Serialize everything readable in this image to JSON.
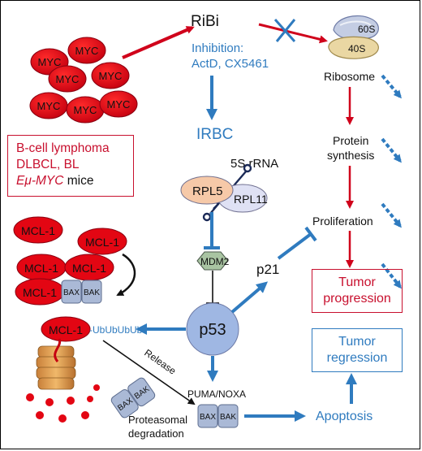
{
  "ribi": "RiBi",
  "inhibition": {
    "line1": "Inhibition:",
    "line2": "ActD, CX5461"
  },
  "myc": [
    "MYC",
    "MYC",
    "MYC",
    "MYC",
    "MYC",
    "MYC",
    "MYC"
  ],
  "ribosome": {
    "subunit_60s": "60S",
    "subunit_40s": "40S",
    "label": "Ribosome"
  },
  "protein_synthesis": {
    "line1": "Protein",
    "line2": "synthesis"
  },
  "proliferation": "Proliferation",
  "lymphoma": {
    "line1": "B-cell lymphoma",
    "line2": "DLBCL, BL",
    "line3_prefix": "Eμ-MYC",
    "line3_suffix": " mice"
  },
  "irbc": "IRBC",
  "rrna": "5S rRNA",
  "rpl5": "RPL5",
  "rpl11": "RPL11",
  "mdm2": "MDM2",
  "p53": "p53",
  "p21": "p21",
  "mcl1": [
    "MCL-1",
    "MCL-1",
    "MCL-1",
    "MCL-1",
    "MCL-1"
  ],
  "bax": "BAX",
  "bak": "BAK",
  "ub": "-UbUbUbUb",
  "release": "Release",
  "proteasomal": {
    "line1": "Proteasomal",
    "line2": "degradation"
  },
  "puma_noxa": "PUMA/NOXA",
  "apoptosis": "Apoptosis",
  "tumor_progression": {
    "line1": "Tumor",
    "line2": "progression"
  },
  "tumor_regression": {
    "line1": "Tumor",
    "line2": "regression"
  },
  "colors": {
    "red": "#d0021b",
    "blue": "#2f7bbf",
    "mcl_red": "#e30613",
    "box_blue": "#aab9d6",
    "p53_blue": "#9fb7e3",
    "mdm2_green": "#a9c4a2",
    "rpl5_orange": "#f6c9a8",
    "rpl11_lav": "#dfe1f4"
  }
}
